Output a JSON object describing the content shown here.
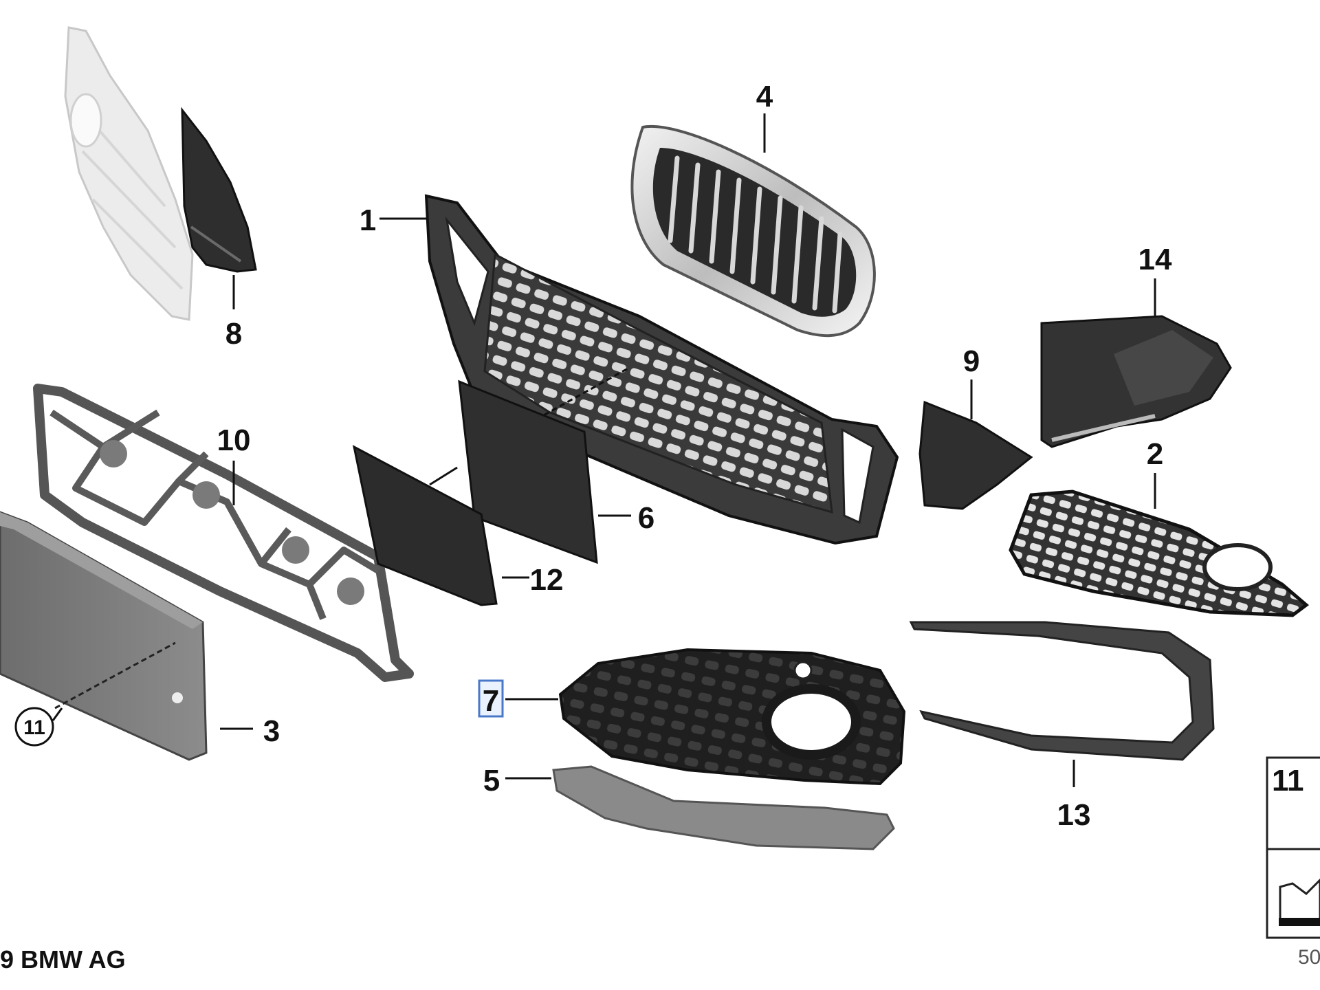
{
  "diagram": {
    "copyright": "9 BMW AG",
    "selected_part": "7",
    "parts": {
      "p1": "1",
      "p2": "2",
      "p3": "3",
      "p4": "4",
      "p5": "5",
      "p6": "6",
      "p7": "7",
      "p8": "8",
      "p9": "9",
      "p10": "10",
      "p11": "11",
      "p12": "12",
      "p13": "13",
      "p14": "14"
    },
    "legend": {
      "number": "11",
      "footer": "50"
    }
  }
}
